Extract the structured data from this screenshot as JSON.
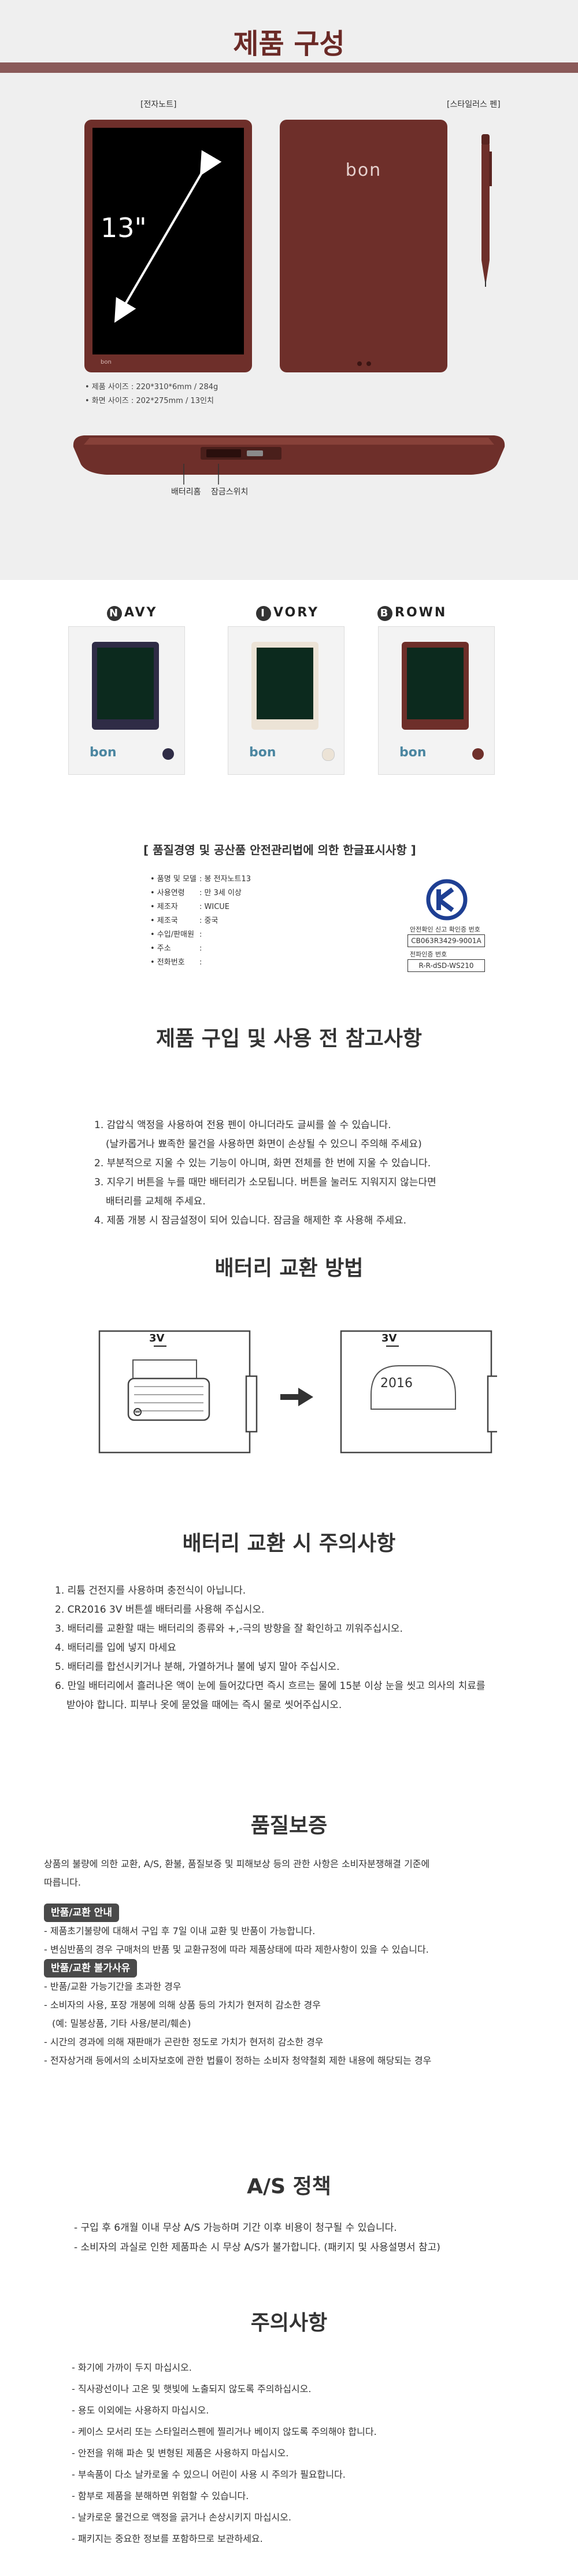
{
  "components": {
    "title": "제품 구성",
    "tablet_label": "[전자노트]",
    "stylus_label": "[스타일러스 펜]",
    "size_text": "13\"",
    "logo": "bon",
    "specs": [
      "• 제품 사이즈 : 220*310*6mm / 284g",
      "• 화면 사이즈 : 202*275mm / 13인치"
    ],
    "battery_slot": "배터리홈",
    "lock_switch": "잠금스위치",
    "brand_color": "#6e2f2a"
  },
  "colors": [
    {
      "initial": "N",
      "rest": "AVY",
      "swatch": "#2f2c46"
    },
    {
      "initial": "I",
      "rest": "VORY",
      "swatch": "#ece3d6"
    },
    {
      "initial": "B",
      "rest": "ROWN",
      "swatch": "#6e2f2a"
    }
  ],
  "kc": {
    "title": "[ 품질경영 및 공산품 안전관리법에 의한 한글표시사항 ]",
    "rows": [
      {
        "k": "• 품명 및 모델",
        "v": ": 봉 전자노트13"
      },
      {
        "k": "• 사용연령",
        "v": ": 만 3세 이상"
      },
      {
        "k": "• 제조자",
        "v": ": WICUE"
      },
      {
        "k": "• 제조국",
        "v": ": 중국"
      },
      {
        "k": "• 수입/판매원",
        "v": ":"
      },
      {
        "k": "• 주소",
        "v": ":"
      },
      {
        "k": "• 전화번호",
        "v": ":"
      }
    ],
    "cert_label": "안전확인 신고 확인증 번호",
    "cert_no": "CB063R3429-9001A",
    "radio_label": "전파인증 번호",
    "radio_no": "R-R-dSD-WS210"
  },
  "notes": {
    "title": "제품 구입 및 사용 전 참고사항",
    "items": [
      "1. 감압식 액정을 사용하여 전용 펜이 아니더라도 글씨를 쓸 수 있습니다.",
      "(날카롭거나 뾰족한 물건을 사용하면 화면이 손상될 수 있으니 주의해 주세요)",
      "2. 부분적으로 지울 수 있는 기능이 아니며, 화면 전체를 한 번에 지울 수 있습니다.",
      "3. 지우기 버튼을 누를 때만 배터리가 소모됩니다. 버튼을 눌러도 지워지지 않는다면",
      "배터리를 교체해 주세요.",
      "4. 제품 개봉 시 잠금설정이 되어 있습니다. 잠금을 해제한 후 사용해 주세요."
    ]
  },
  "battery": {
    "title": "배터리 교환 방법",
    "voltage": "3V",
    "cell": "2016"
  },
  "caution_battery": {
    "title": "배터리 교환 시 주의사항",
    "items": [
      "1. 리튬 건전지를 사용하며 충전식이 아닙니다.",
      "2. CR2016 3V 버튼셀 배터리를 사용해 주십시오.",
      "3. 배터리를 교환할 때는 배터리의 종류와 +,-극의 방향을 잘 확인하고 끼워주십시오.",
      "4. 배터리를 입에 넣지 마세요",
      "5. 배터리를 합선시키거나 분해, 가열하거나 불에 넣지 말아 주십시오.",
      "6. 만일 배터리에서 흘러나온 액이 눈에 들어갔다면 즉시 흐르는 물에 15분 이상 눈을 씻고 의사의 치료를",
      "받아야 합니다. 피부나 옷에 묻었을 때에는 즉시 물로 씻어주십시오."
    ]
  },
  "quality": {
    "title": "품질보증",
    "intro": [
      "상품의 불량에 의한 교환, A/S, 환불, 품질보증 및 피해보상 등의 관한 사항은 소비자분쟁해결 기준에",
      "따릅니다."
    ],
    "guide_label": "반품/교환 안내",
    "guide_items": [
      "- 제품초기불량에 대해서 구입 후 7일 이내 교환 및 반품이 가능합니다.",
      "- 변심반품의 경우 구매처의 반품 및 교환규정에 따라 제품상태에 따라 제한사항이 있을 수 있습니다."
    ],
    "nogo_label": "반품/교환 불가사유",
    "nogo_items": [
      "- 반품/교환 가능기간을 초과한 경우",
      "- 소비자의 사용, 포장 개봉에 의해 상품 등의 가치가 현저히 감소한 경우",
      "(예: 밀봉상품, 기타 사용/분리/훼손)",
      "- 시간의 경과에 의해 재판매가 곤란한 정도로 가치가 현저히 감소한 경우",
      "- 전자상거래 등에서의 소비자보호에 관한 법률이 정하는 소비자 청약철회 제한 내용에 해당되는 경우"
    ]
  },
  "as": {
    "title": "A/S 정책",
    "items": [
      "- 구입 후 6개월 이내 무상 A/S 가능하며 기간 이후 비용이 청구될 수 있습니다.",
      "- 소비자의 과실로 인한 제품파손 시 무상 A/S가 불가합니다. (패키지 및 사용설명서 참고)"
    ]
  },
  "caution": {
    "title": "주의사항",
    "items": [
      "- 화기에 가까이 두지 마십시오.",
      "- 직사광선이나 고온 및 햇빛에 노출되지 않도록 주의하십시오.",
      "- 용도 이외에는 사용하지 마십시오.",
      "- 케이스 모서리 또는 스타일러스펜에 찔리거나 베이지 않도록 주의해야 합니다.",
      "- 안전을 위해 파손 및 변형된 제품은 사용하지 마십시오.",
      "- 부속품이 다소 날카로울 수 있으니 어린이 사용 시 주의가 필요합니다.",
      "- 함부로 제품을 분해하면 위험할 수 있습니다.",
      "- 날카로운 물건으로 액정을 긁거나 손상시키지 마십시오.",
      "- 패키지는 중요한 정보를 포함하므로 보관하세요."
    ]
  }
}
